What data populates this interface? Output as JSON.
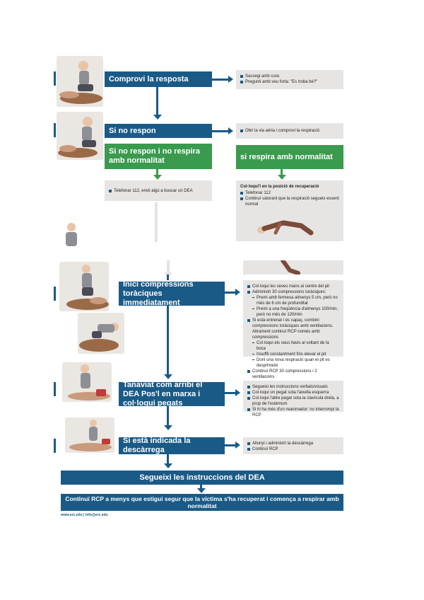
{
  "steps": {
    "check_response": "Comprovi la resposta",
    "no_response": "Si no respon",
    "no_breathing": "Si no respon i no respira amb normalitat",
    "breathing_normal": "si respira amb normalitat",
    "start_compressions": "Inici compressions toràciques immediatament",
    "until_aed": "Tanaviat com arribi el DEA Pos'l en marxa i col·loqui pegats",
    "shock_indicated": "Si està indicada la descàrrega",
    "follow_aed": "Segueixi les instruccions del DEA",
    "continue_cpr": "Continuï RCP a menys que estigui segur que la víctima s'ha recuperat i comença a respirar amb normalitat"
  },
  "notes": {
    "check_response": [
      "Sacsegi amb cura",
      "Pregunti amb veu forta: \"Es troba bé?\""
    ],
    "no_response": [
      "Obri la via aèria i comprovi la respiració"
    ],
    "no_breathing": [
      "Telefonar 112, envii algú a buscar un DEA"
    ],
    "recovery_title": "Col·loqui'l en la posició de recuperació",
    "recovery": [
      "Telefonar 112",
      "Continuï valorant que la respiració segueix essent normal"
    ],
    "compressions": [
      {
        "t": "Col·loqui les seves mans al centre del pit",
        "sub": false
      },
      {
        "t": "Administri 30 compressions toràciques:",
        "sub": false
      },
      {
        "t": "Premi amb fermesa almenys 5 cm, però no més de 6 cm de profunditat",
        "sub": true
      },
      {
        "t": "Premi a una freqüència d'almenys 100/min, però no més de 120/min",
        "sub": true
      },
      {
        "t": "Si està entrenat i és capaç, combini compressions toràciques amb ventilacions. Altrament continuï RCP només amb compressions",
        "sub": false
      },
      {
        "t": "Col·loqui els seus llavis al voltant de la boca",
        "sub": true
      },
      {
        "t": "Insuffli constantment fins elevar el pit",
        "sub": true
      },
      {
        "t": "Doni una nova respiració quan el pit es desprimeixi",
        "sub": true
      },
      {
        "t": "Continuï RCP 30 compressions i 2 ventilacions",
        "sub": false
      }
    ],
    "aed": [
      "Segueixi les instruccions verbals/visuals",
      "Col·loqui un pegat sota l'aixella esquerra",
      "Col·loqui l'altre pegat sota la clavícula dreta, a prop de l'estèrnum",
      "Si hi ha més d'un reanimador: no interrompi la RCP"
    ],
    "shock": [
      "Allunyi i administri la descàrrega",
      "Continuï RCP"
    ]
  },
  "footer": "www.erc.edu | info@erc.edu",
  "colors": {
    "blue": "#1a5a86",
    "green": "#3a9a4e",
    "note_bg": "#e6e5e3"
  }
}
